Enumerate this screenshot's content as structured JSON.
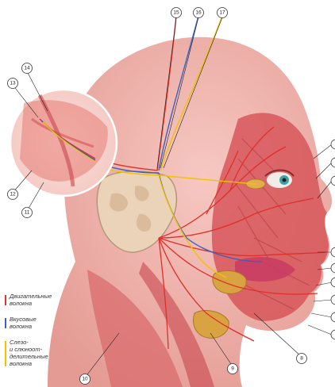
{
  "callouts": {
    "n8": "8",
    "n9": "9",
    "n10": "10",
    "n11": "11",
    "n12": "12",
    "n13": "13",
    "n14": "14",
    "n15": "15",
    "n16": "16",
    "n17": "17"
  },
  "legend": {
    "motor": {
      "line1": "Двигательные",
      "line2": "волокна",
      "color": "#d9362b"
    },
    "taste": {
      "line1": "Вкусовые",
      "line2": "волокна",
      "color": "#3b5fc4"
    },
    "secretory": {
      "line1": "Слезо-",
      "line2": "и слюноот-",
      "line3": "делительные",
      "line4": "волокна",
      "color": "#f2c200"
    }
  },
  "colors": {
    "skin": "#ecaaa4",
    "skin_dark": "#d98479",
    "muscle": "#d7565b",
    "bone": "#ead3b8",
    "gland": "#d9a342",
    "nerve": "#e0302a"
  }
}
